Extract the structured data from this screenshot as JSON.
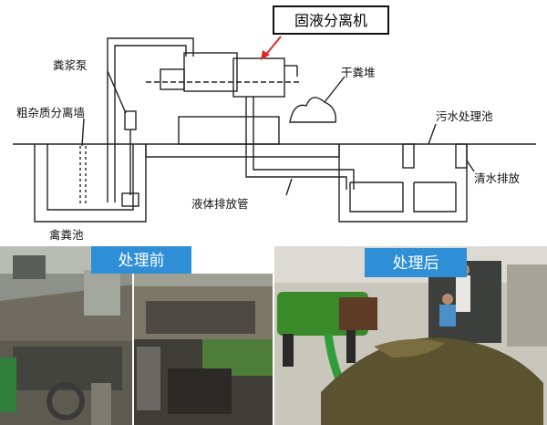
{
  "diagram": {
    "title_box": "固液分离机",
    "labels": {
      "pump": "粪浆泵",
      "wall": "粗杂质分离墙",
      "dry_pile": "干粪堆",
      "sewage_pool": "污水处理池",
      "clear_water": "清水排放",
      "liquid_pipe": "液体排放管",
      "manure_pool": "禽粪池"
    }
  },
  "photos": {
    "before_label": "处理前",
    "after_label": "处理后"
  },
  "colors": {
    "band_blue": "#2e8fd6",
    "arrow_red": "#e0262a",
    "pipe_green": "#2f9d3a",
    "machine_green": "#3a8a2a"
  }
}
